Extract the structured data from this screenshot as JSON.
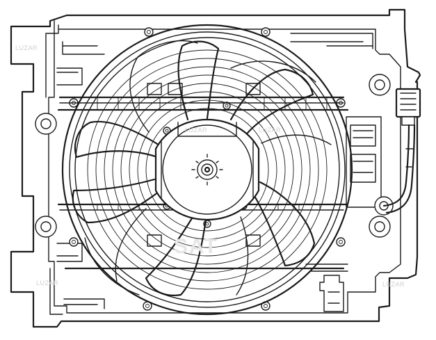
{
  "diagram": {
    "type": "technical line drawing",
    "subject_parts": [
      "radiator-fan-shroud",
      "fan-blades",
      "fan-guard-rings",
      "motor-hub",
      "electrical-connector",
      "wiring-harness",
      "mounting-holes"
    ]
  },
  "watermark": {
    "logo_text": "SAT",
    "small_text": "LUZAR"
  },
  "colors": {
    "line": "#1a1a1a",
    "background": "#ffffff",
    "watermark": "#cfcfcf"
  }
}
